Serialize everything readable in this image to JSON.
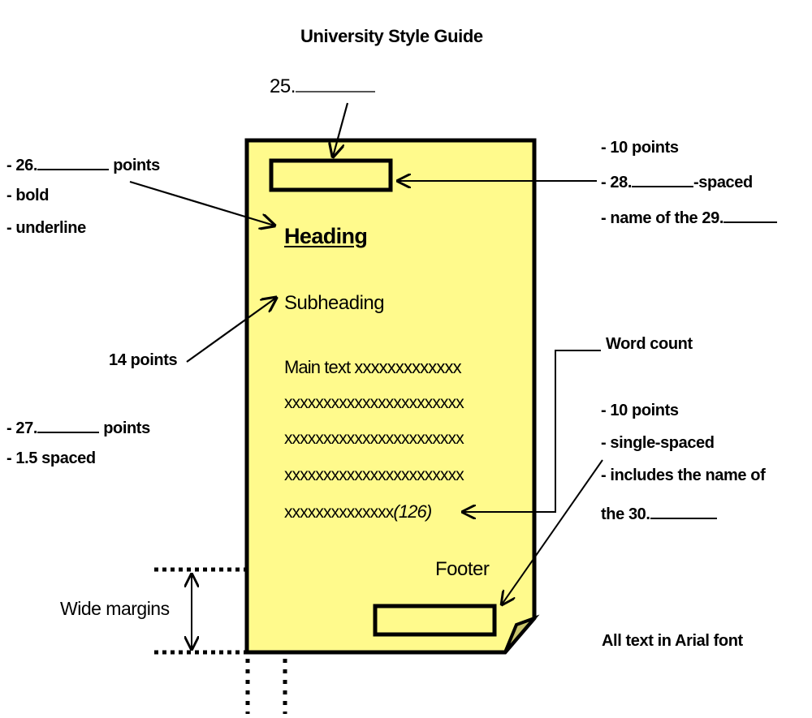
{
  "title": "University Style Guide",
  "colors": {
    "page_fill": "#fffa8c",
    "page_border": "#000000",
    "fold_fill": "#c9c46a"
  },
  "header_question": {
    "number": "25.",
    "blank": "________"
  },
  "heading_callout": {
    "line1_prefix": "- 26.",
    "line1_suffix": "points",
    "line2": "- bold",
    "line3": "- underline"
  },
  "header_box_callout": {
    "line1": "- 10 points",
    "line2_prefix": "- 28.",
    "line2_suffix": "-spaced",
    "line3_prefix": "- name of the 29."
  },
  "subheading_callout": {
    "label": "14 points"
  },
  "main_text_callout": {
    "line1_prefix": "- 27.",
    "line1_suffix": "points",
    "line2": "-  1.5 spaced"
  },
  "word_count_callout": {
    "label": "Word count"
  },
  "footer_callout": {
    "line1": "- 10 points",
    "line2": "- single-spaced",
    "line3": "- includes the name of",
    "line4_prefix": "the 30."
  },
  "margins_label": "Wide margins",
  "font_note": "All text in Arial font",
  "page": {
    "heading": "Heading",
    "subheading": "Subheading",
    "main_text": [
      "Main text xxxxxxxxxxxxx",
      "xxxxxxxxxxxxxxxxxxxxxxx",
      "xxxxxxxxxxxxxxxxxxxxxxx",
      "xxxxxxxxxxxxxxxxxxxxxxx",
      "xxxxxxxxxxxxxx"
    ],
    "word_count": "(126)",
    "footer": "Footer"
  }
}
